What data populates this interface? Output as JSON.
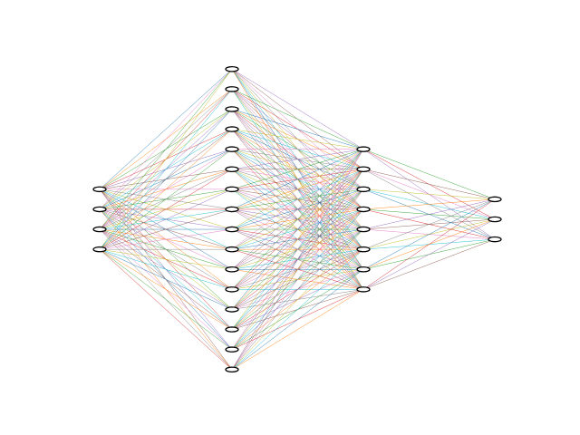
{
  "network": {
    "layer_sizes": [
      4,
      16,
      8,
      3
    ],
    "connectivity": "fully-connected",
    "edge_palette": [
      "#1f77b4",
      "#ff7f0e",
      "#2ca02c",
      "#d62728",
      "#9467bd",
      "#8c564b",
      "#e377c2",
      "#7f7f7f",
      "#bcbd22",
      "#17becf"
    ],
    "node_stroke": "#000000",
    "node_fill": "#ffffff",
    "background": "#ffffff"
  }
}
